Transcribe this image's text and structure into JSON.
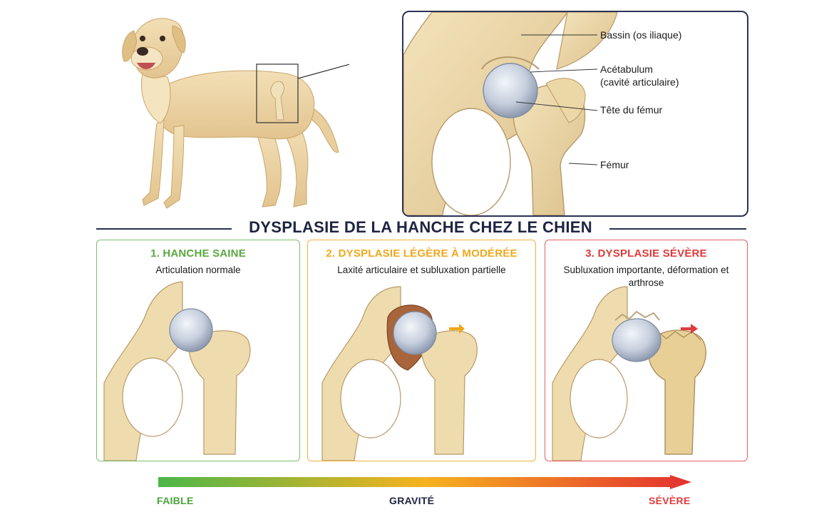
{
  "title": "DYSPLASIE DE LA HANCHE CHEZ LE CHIEN",
  "anatomy_labels": {
    "pelvis": "Bassin (os iliaque)",
    "acetabulum_line1": "Acétabulum",
    "acetabulum_line2": "(cavité articulaire)",
    "femoral_head": "Tête du fémur",
    "femur": "Fémur"
  },
  "stages": [
    {
      "title": "1. HANCHE SAINE",
      "description": "Articulation normale",
      "color": "#5aa83f"
    },
    {
      "title": "2. DYSPLASIE LÉGÈRE À MODÉRÉE",
      "description": "Laxité articulaire et subluxation partielle",
      "color": "#f0a81c"
    },
    {
      "title": "3. DYSPLASIE SÉVÈRE",
      "description": "Subluxation importante, déformation et arthrose",
      "color": "#e03a3a"
    }
  ],
  "scale": {
    "low": "FAIBLE",
    "mid": "GRAVITÉ",
    "high": "SÉVÈRE",
    "colors": [
      "#4cb648",
      "#f7b21f",
      "#e3302f"
    ]
  },
  "colors": {
    "bone": "#efdcae",
    "bone_shadow": "#d9bf86",
    "cartilage": "#c9d3e2",
    "frame": "#2b3355"
  }
}
